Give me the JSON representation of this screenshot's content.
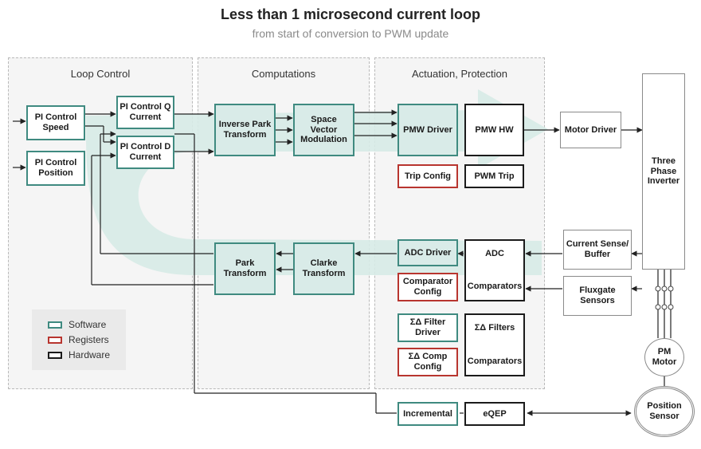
{
  "header": {
    "title": "Less than 1 microsecond current loop",
    "subtitle": "from start of conversion to PWM update"
  },
  "regions": {
    "loop_control": "Loop Control",
    "computations": "Computations",
    "actuation": "Actuation, Protection"
  },
  "blocks": {
    "pi_speed": "PI Control Speed",
    "pi_position": "PI Control Position",
    "pi_q": "PI Control Q Current",
    "pi_d": "PI Control D Current",
    "inverse_park": "Inverse Park Transform",
    "svm": "Space Vector Modulation",
    "park": "Park Transform",
    "clarke": "Clarke Transform",
    "pwm_driver": "PMW Driver",
    "pwm_hw": "PMW HW",
    "trip_config": "Trip Config",
    "pwm_trip": "PWM Trip",
    "adc_driver": "ADC Driver",
    "adc": "ADC",
    "comparators": "Comparators",
    "comparator_config": "Comparator Config",
    "sd_filter_driver": "ΣΔ Filter Driver",
    "sd_filters": "ΣΔ Filters",
    "sd_comparators": "Comparators",
    "sd_comp_config": "ΣΔ Comp Config",
    "incremental": "Incremental",
    "eqep": "eQEP",
    "motor_driver": "Motor Driver",
    "three_phase_inverter": "Three Phase Inverter",
    "current_sense": "Current Sense/ Buffer",
    "fluxgate": "Fluxgate Sensors",
    "pm_motor": "PM Motor",
    "position_sensor": "Position Sensor"
  },
  "legend": [
    {
      "label": "Software",
      "color": "#3f8a80"
    },
    {
      "label": "Registers",
      "color": "#b8352f"
    },
    {
      "label": "Hardware",
      "color": "#1b1b1b"
    }
  ],
  "colors": {
    "software": "#3f8a80",
    "registers": "#b8352f",
    "hardware": "#1b1b1b",
    "loop_arrow": "#d7ebe7"
  }
}
